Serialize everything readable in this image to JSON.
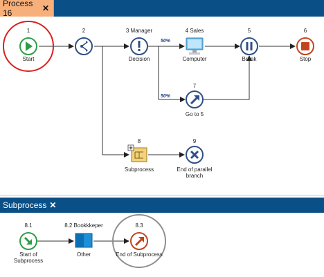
{
  "tabs": {
    "process": {
      "title": "Process 16",
      "close_icon": "✕"
    },
    "subprocess": {
      "title": "Subprocess",
      "close_icon": "✕"
    }
  },
  "nodes": {
    "n1": {
      "number": "1",
      "label": "Start"
    },
    "n2": {
      "number": "2",
      "label": ""
    },
    "n3": {
      "number": "3 Manager",
      "label": "Decision"
    },
    "n4": {
      "number": "4 Sales",
      "label": "Computer"
    },
    "n5": {
      "number": "5",
      "label": "Break"
    },
    "n6": {
      "number": "6",
      "label": "Stop"
    },
    "n7": {
      "number": "7",
      "label": "Go to 5"
    },
    "n8": {
      "number": "8",
      "label": "Subprocess"
    },
    "n9": {
      "number": "9",
      "label_line1": "End of parallel",
      "label_line2": "branch"
    },
    "s1": {
      "number": "8.1",
      "label_line1": "Start of",
      "label_line2": "Subprocess"
    },
    "s2": {
      "number": "8.2 Bookkkeper",
      "label": "Other"
    },
    "s3": {
      "number": "8.3",
      "label": "End of Subprocess"
    }
  },
  "edges": {
    "pct_upper": "50%",
    "pct_lower": "50%"
  },
  "colors": {
    "tab_bar": "#0a4f86",
    "active_tab": "#f7b07a",
    "highlight_red": "#d9201f",
    "highlight_gray": "#8e8e8e",
    "start_green": "#2e9d46",
    "flow_blue": "#2f4f86",
    "stop_orange": "#c2441f"
  }
}
